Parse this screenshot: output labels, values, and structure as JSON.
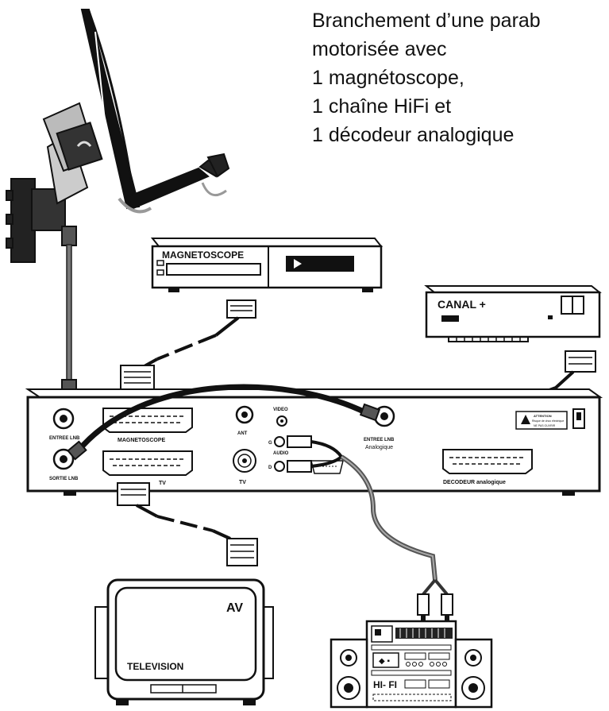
{
  "title": {
    "lines": [
      "Branchement d’une parab",
      "motorisée avec",
      "1 magnétoscope,",
      "1 chaîne HiFi et",
      "1 décodeur analogique"
    ]
  },
  "devices": {
    "vcr": {
      "label": "MAGNETOSCOPE"
    },
    "decoder_box": {
      "label": "CANAL +"
    },
    "television": {
      "label": "TELEVISION",
      "av": "AV"
    },
    "hifi": {
      "label": "HI- FI"
    }
  },
  "receiver": {
    "entree_lnb": "ENTREE LNB",
    "sortie_lnb": "SORTIE LNB",
    "magnetoscope": "MAGNETOSCOPE",
    "tv": "TV",
    "ant": "ANT",
    "video": "VIDEO",
    "audio": "AUDIO",
    "g": "G",
    "d": "D",
    "tv_rf": "TV",
    "entree_lnb_analog": "ENTREE LNB",
    "analogique": "Analogique",
    "decodeur_analogique": "DECODEUR analogique",
    "attention_lines": [
      "ATTENTION",
      "Risque de choc électrique",
      "NE PAS OUVRIR"
    ]
  }
}
